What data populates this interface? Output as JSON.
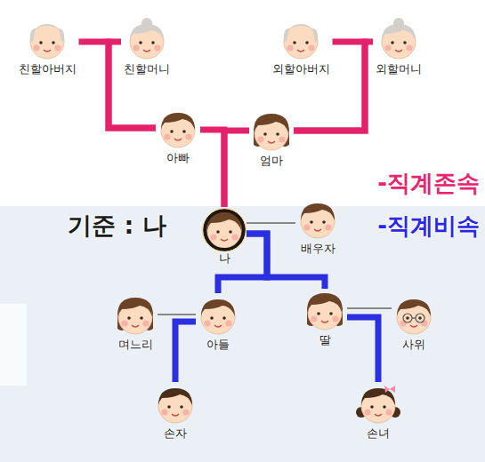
{
  "diagram": {
    "nodes": [
      {
        "text": [
          "친할아버지"
        ]
      },
      {
        "text": [
          "친할머니"
        ]
      },
      {
        "text": [
          "외할아버지"
        ]
      },
      {
        "text": [
          "외할머니"
        ]
      },
      {
        "text": [
          "아빠"
        ]
      },
      {
        "text": [
          "엄마"
        ]
      },
      {
        "text": [
          "나"
        ]
      },
      {
        "text": [
          "배우자"
        ]
      },
      {
        "text": [
          "며느리"
        ]
      },
      {
        "text": [
          "아들"
        ]
      },
      {
        "text": [
          "딸"
        ]
      },
      {
        "text": [
          "사위"
        ]
      },
      {
        "text": [
          "손자"
        ]
      },
      {
        "text": [
          "손녀"
        ]
      }
    ],
    "edges": [
      {
        "from": 0,
        "to": 4,
        "arrow": "none"
      },
      {
        "from": 1,
        "to": 4,
        "arrow": "none"
      },
      {
        "from": 2,
        "to": 5,
        "arrow": "none"
      },
      {
        "from": 3,
        "to": 5,
        "arrow": "none"
      },
      {
        "from": 4,
        "to": 6,
        "arrow": "none"
      },
      {
        "from": 5,
        "to": 6,
        "arrow": "none"
      },
      {
        "from": 6,
        "to": 7,
        "arrow": "none"
      },
      {
        "from": 6,
        "to": 9,
        "arrow": "none"
      },
      {
        "from": 6,
        "to": 10,
        "arrow": "none"
      },
      {
        "from": 8,
        "to": 9,
        "arrow": "none"
      },
      {
        "from": 9,
        "to": 12,
        "arrow": "none"
      },
      {
        "from": 10,
        "to": 11,
        "arrow": "none"
      },
      {
        "from": 10,
        "to": 13,
        "arrow": "none"
      }
    ],
    "labels": [
      "기준 : 나",
      "-직계존속",
      "-직계비속"
    ]
  }
}
